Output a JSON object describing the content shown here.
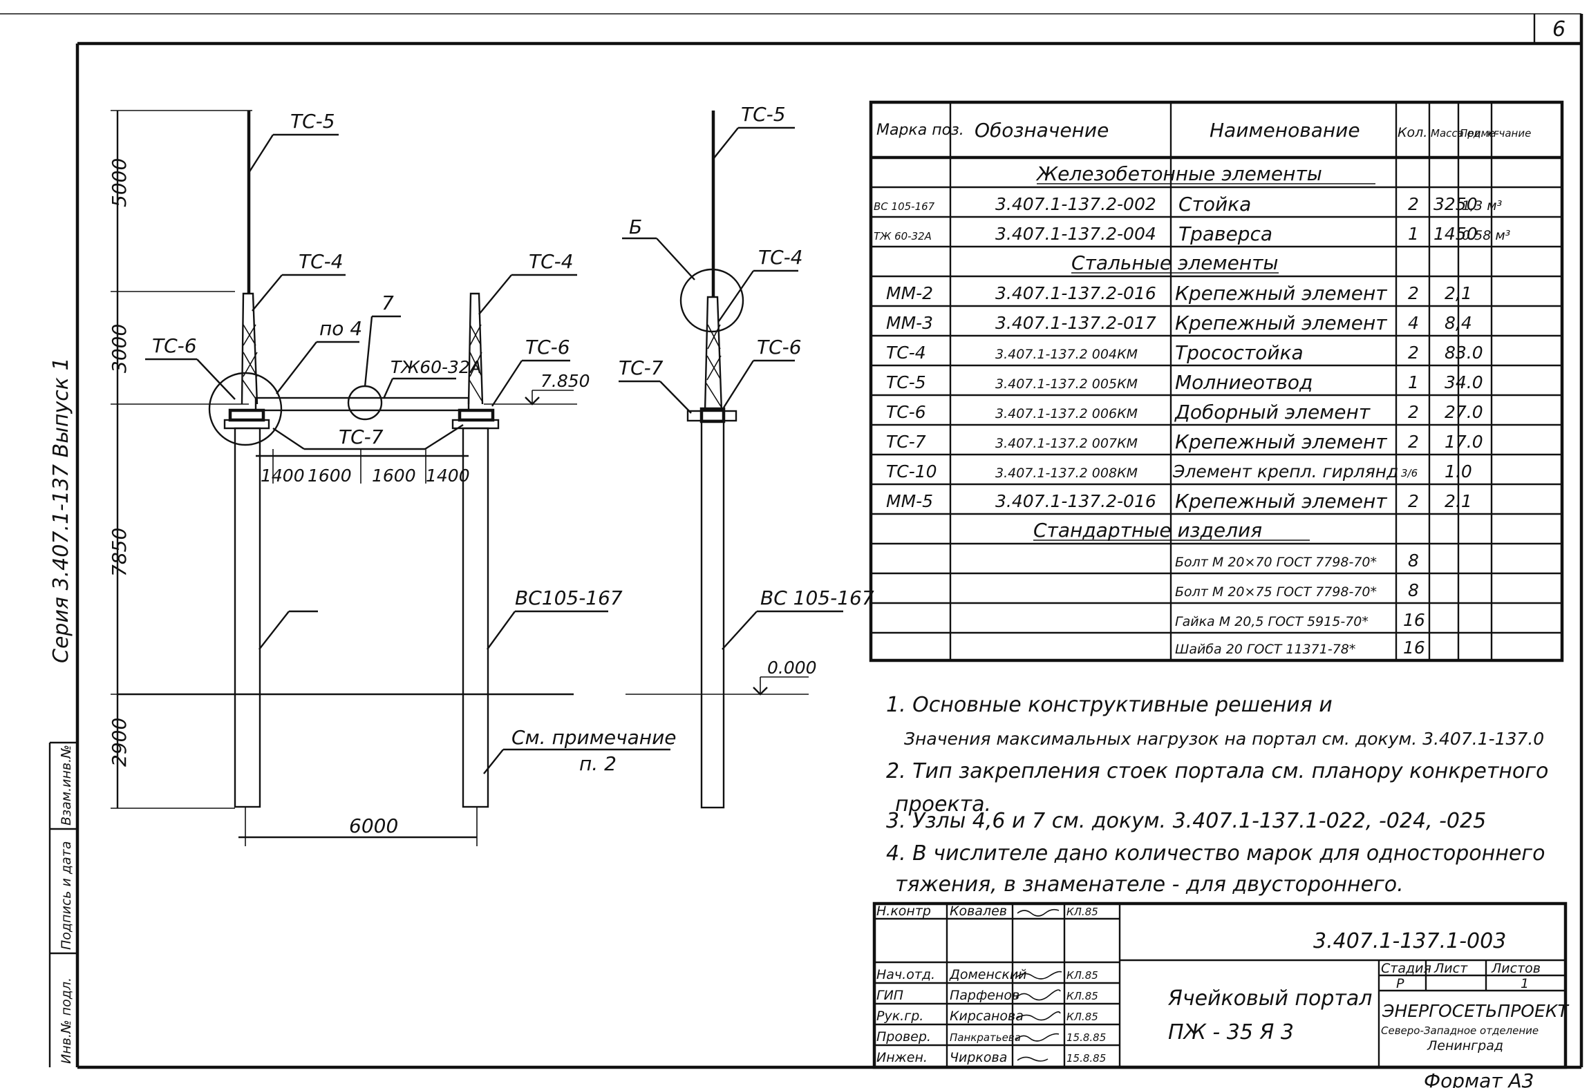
{
  "sheet": {
    "page_number": "6",
    "format": "Формат А3"
  },
  "side_labels": {
    "series": "Серия 3.407.1-137 Выпуск 1",
    "stamp_cols": [
      "Инв.№ подл.",
      "Подпись и дата",
      "Взам.инв.№"
    ]
  },
  "front_view": {
    "labels": {
      "tc5": "ТС-5",
      "tc4_left": "ТС-4",
      "tc4_right": "ТС-4",
      "tc6_left": "ТС-6",
      "tc6_right": "ТС-6",
      "tc7": "ТС-7",
      "node7": "7",
      "node4": "по 4",
      "traverse": "ТЖ60-32А",
      "elev_top": "7.850",
      "column": "ВС105-167",
      "note_ref_1": "См. примечание",
      "note_ref_2": "п. 2"
    },
    "dims_vertical": [
      "5000",
      "3000",
      "7850",
      "2900"
    ],
    "dims_horizontal": [
      "1400",
      "1600",
      "1600",
      "1400"
    ],
    "span": "6000"
  },
  "side_view": {
    "labels": {
      "tc5": "ТС-5",
      "tc4": "ТС-4",
      "node_b": "Б",
      "tc7": "ТС-7",
      "tc6": "ТС-6",
      "column": "ВС 105-167",
      "elev_zero": "0.000"
    }
  },
  "spec_table": {
    "headers": [
      "Марка поз.",
      "Обозначение",
      "Наименование",
      "Кол.",
      "Масса ед. кг",
      "Приме-чание"
    ],
    "sections": [
      {
        "title": "Железобетонные элементы",
        "rows": [
          [
            "ВС 105-167",
            "3.407.1-137.2-002",
            "Стойка",
            "2",
            "3250",
            "1,3 м³"
          ],
          [
            "ТЖ 60-32А",
            "3.407.1-137.2-004",
            "Траверса",
            "1",
            "1450",
            "0.58 м³"
          ]
        ]
      },
      {
        "title": "Стальные элементы",
        "rows": [
          [
            "ММ-2",
            "3.407.1-137.2-016",
            "Крепежный элемент",
            "2",
            "2,1",
            ""
          ],
          [
            "ММ-3",
            "3.407.1-137.2-017",
            "Крепежный элемент",
            "4",
            "8,4",
            ""
          ],
          [
            "ТС-4",
            "3.407.1-137.2 004КМ",
            "Тросостойка",
            "2",
            "83.0",
            ""
          ],
          [
            "ТС-5",
            "3.407.1-137.2 005КМ",
            "Молниеотвод",
            "1",
            "34.0",
            ""
          ],
          [
            "ТС-6",
            "3.407.1-137.2 006КМ",
            "Доборный элемент",
            "2",
            "27.0",
            ""
          ],
          [
            "ТС-7",
            "3.407.1-137.2 007КМ",
            "Крепежный элемент",
            "2",
            "17.0",
            ""
          ],
          [
            "ТС-10",
            "3.407.1-137.2 008КМ",
            "Элемент крепл. гирлянд",
            "3/6",
            "1.0",
            ""
          ],
          [
            "ММ-5",
            "3.407.1-137.2-016",
            "Крепежный элемент",
            "2",
            "2.1",
            ""
          ]
        ]
      },
      {
        "title": "Стандартные изделия",
        "rows": [
          [
            "",
            "",
            "Болт М 20×70 ГОСТ 7798-70*",
            "8",
            "",
            ""
          ],
          [
            "",
            "",
            "Болт М 20×75 ГОСТ 7798-70*",
            "8",
            "",
            ""
          ],
          [
            "",
            "",
            "Гайка М 20,5 ГОСТ 5915-70*",
            "16",
            "",
            ""
          ],
          [
            "",
            "",
            "Шайба 20 ГОСТ 11371-78*",
            "16",
            "",
            ""
          ]
        ]
      }
    ]
  },
  "notes": [
    "1. Основные конструктивные решения и",
    "Значения максимальных нагрузок на портал см. докум. 3.407.1-137.0",
    "2. Тип закрепления стоек портала см. планору конкретного",
    "проекта.",
    "3. Узлы 4,6 и 7 см. докум. 3.407.1-137.1-022, -024, -025",
    "4. В числителе дано количество марок для одностороннего",
    "тяжения, в знаменателе - для двустороннего."
  ],
  "title_block": {
    "doc_code": "3.407.1-137.1-003",
    "title_line1": "Ячейковый портал",
    "title_line2": "ПЖ - 35 Я 3",
    "people": [
      {
        "role": "Н.контр",
        "name": "Ковалев",
        "date": "КЛ.85"
      },
      {
        "role": "Нач.отд.",
        "name": "Доменский",
        "date": "КЛ.85"
      },
      {
        "role": "ГИП",
        "name": "Парфенов",
        "date": "КЛ.85"
      },
      {
        "role": "Рук.гр.",
        "name": "Кирсанова",
        "date": "КЛ.85"
      },
      {
        "role": "Провер.",
        "name": "Панкратьева",
        "date": "15.8.85"
      },
      {
        "role": "Инжен.",
        "name": "Чиркова",
        "date": "15.8.85"
      }
    ],
    "stage_headers": [
      "Стадия",
      "Лист",
      "Листов"
    ],
    "stage_values": [
      "Р",
      "",
      "1"
    ],
    "org_line1": "ЭНЕРГОСЕТЬПРОЕКТ",
    "org_line2": "Северо-Западное отделение",
    "org_line3": "Ленинград"
  }
}
